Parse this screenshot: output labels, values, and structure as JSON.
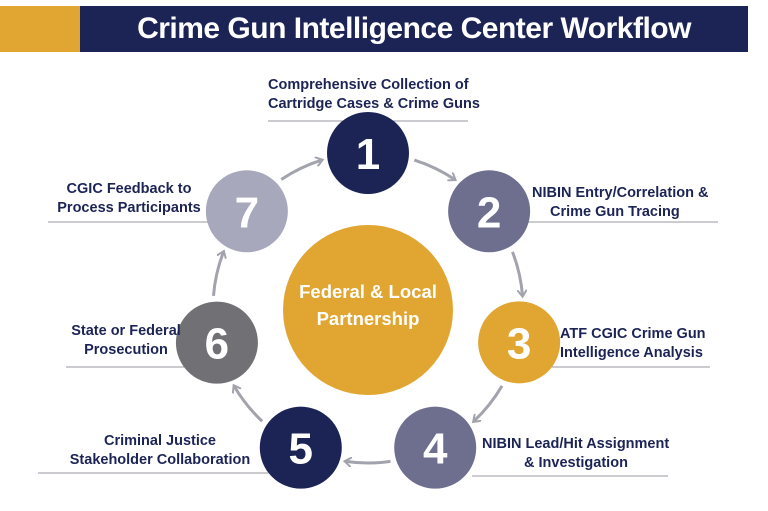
{
  "title": "Crime Gun Intelligence Center Workflow",
  "center": {
    "line1": "Federal & Local",
    "line2": "Partnership"
  },
  "colors": {
    "navy": "#1c2456",
    "gold": "#e0a631",
    "slate": "#6e6e8e",
    "gray": "#717175",
    "lavender": "#a8a8bc",
    "arrow": "#a3a3ad",
    "divider": "#9a9aa0"
  },
  "steps": [
    {
      "number": "1",
      "line1": "Comprehensive Collection of",
      "line2": "Cartridge Cases & Crime Guns"
    },
    {
      "number": "2",
      "line1": "NIBIN Entry/Correlation &",
      "line2": "Crime Gun Tracing"
    },
    {
      "number": "3",
      "line1": "ATF CGIC Crime Gun",
      "line2": "Intelligence Analysis"
    },
    {
      "number": "4",
      "line1": "NIBIN Lead/Hit Assignment",
      "line2": "& Investigation"
    },
    {
      "number": "5",
      "line1": "Criminal Justice",
      "line2": "Stakeholder Collaboration"
    },
    {
      "number": "6",
      "line1": "State or Federal",
      "line2": "Prosecution"
    },
    {
      "number": "7",
      "line1": "CGIC Feedback to",
      "line2": "Process Participants"
    }
  ]
}
